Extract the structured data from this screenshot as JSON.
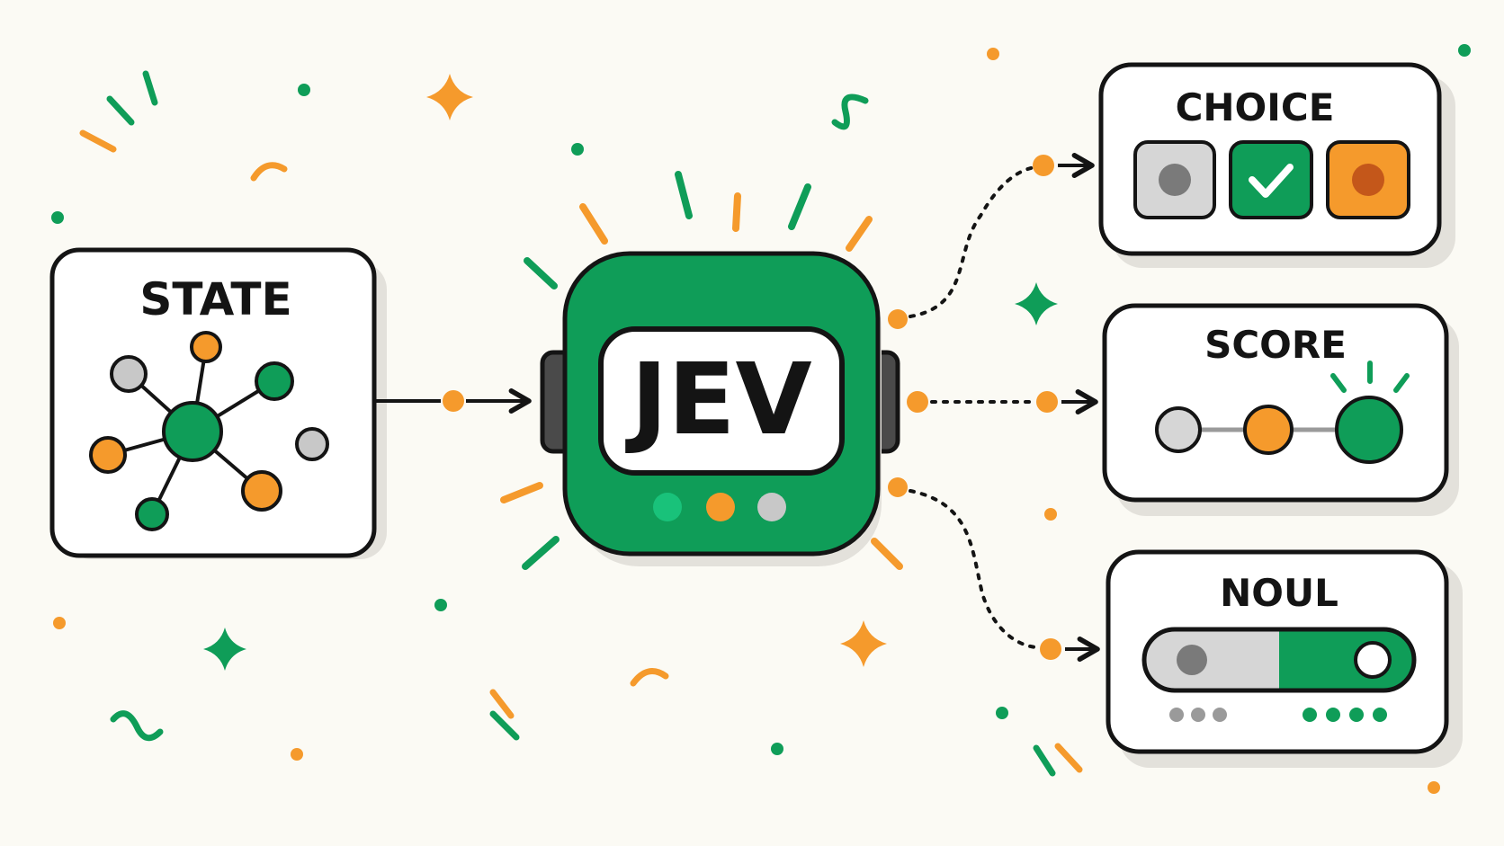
{
  "colors": {
    "green": "#0f9d58",
    "green_bright": "#19c27a",
    "orange": "#f59a2c",
    "gray": "#c8c8c8",
    "dark": "#141414",
    "background": "#fbfaf4"
  },
  "state": {
    "title": "STATE"
  },
  "center": {
    "label": "JEV"
  },
  "outputs": {
    "choice": {
      "title": "CHOICE",
      "selected_icon": "check-icon"
    },
    "score": {
      "title": "SCORE"
    },
    "noul": {
      "title": "NOUL",
      "toggle_level": 0.5
    }
  }
}
